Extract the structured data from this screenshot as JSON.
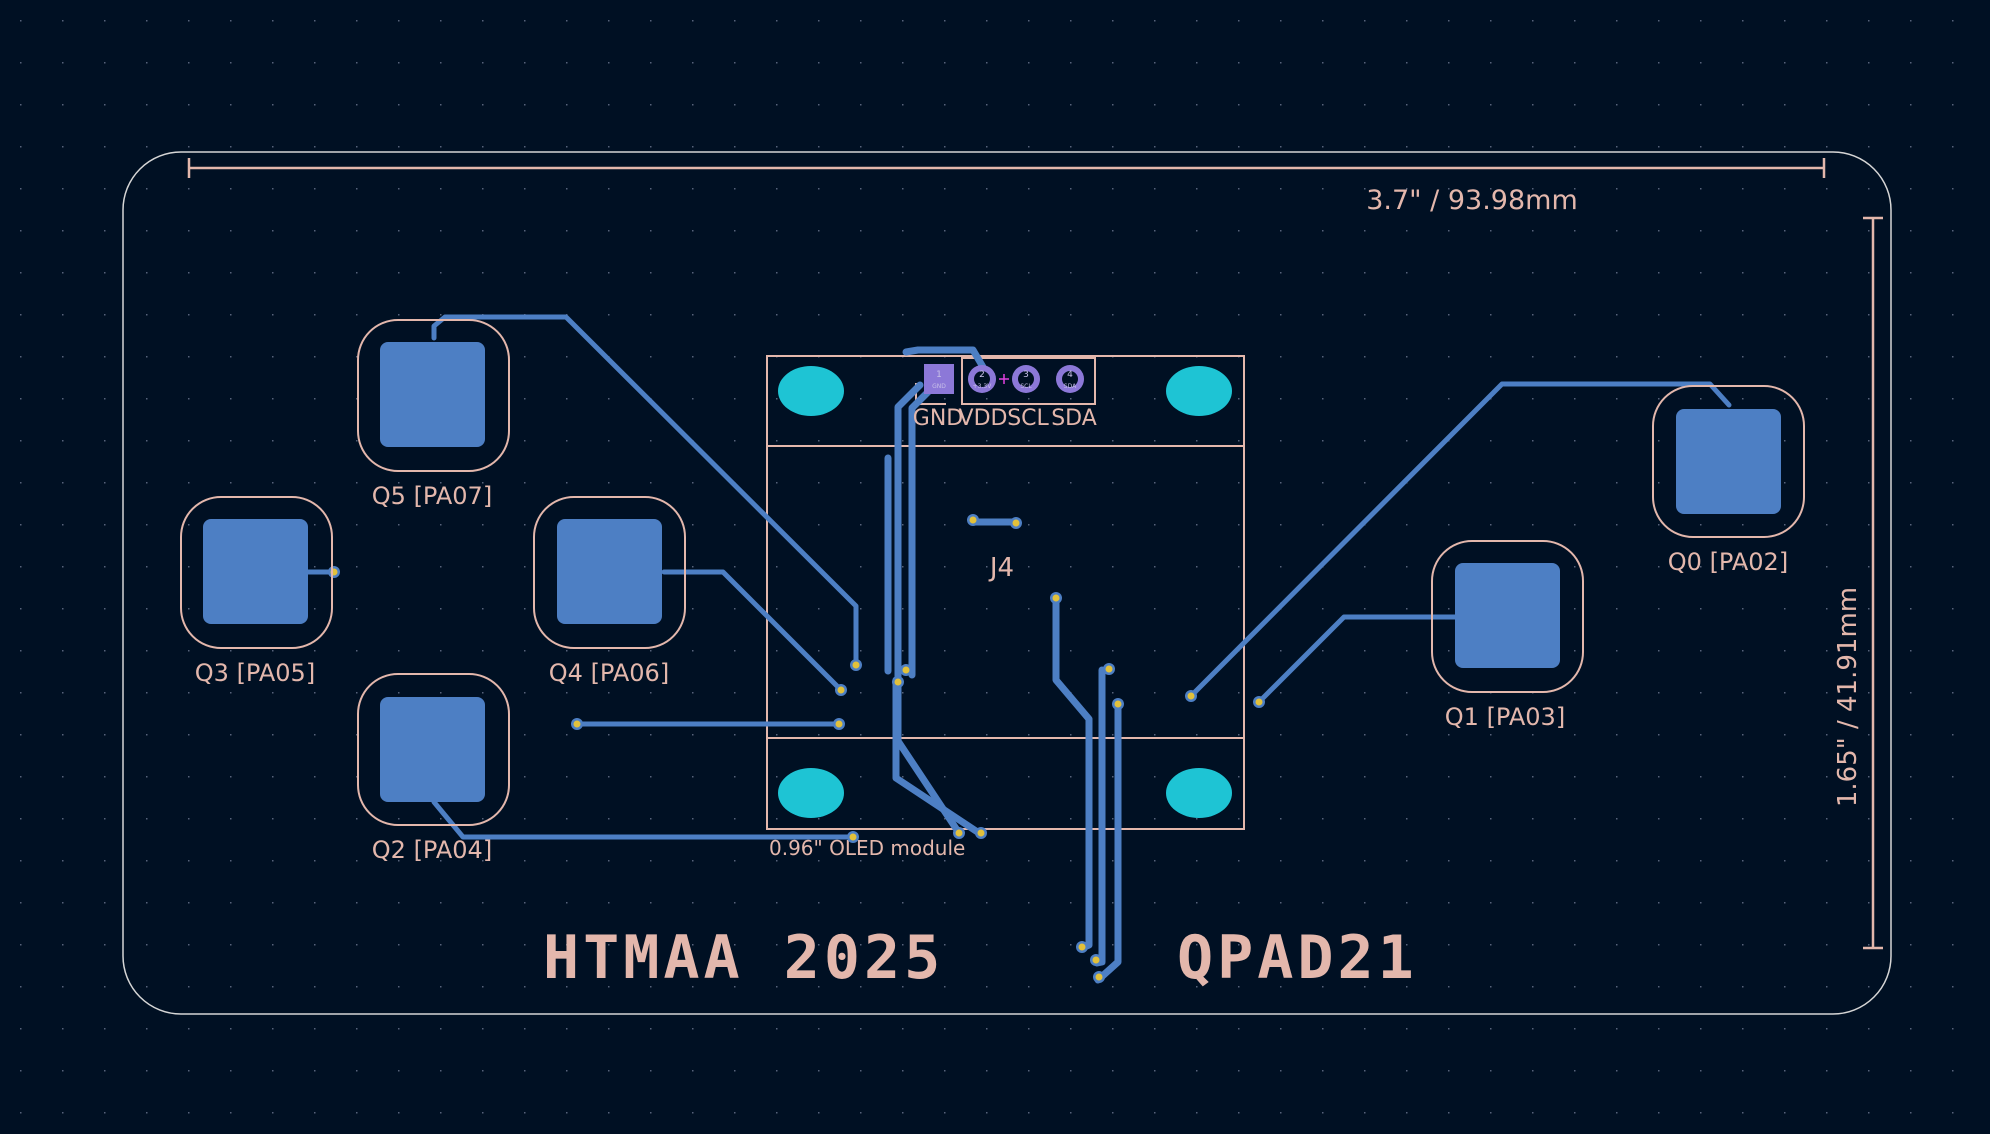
{
  "board": {
    "title": "HTMAA 2025",
    "subtitle": "QPAD21",
    "width_dimension": "3.7\" / 93.98mm",
    "height_dimension": "1.65\" / 41.91mm"
  },
  "module": {
    "reference": "J4",
    "value": "0.96\" OLED module",
    "pins": [
      {
        "number": "1",
        "name": "GND",
        "label": "GND"
      },
      {
        "number": "2",
        "name": "+3.3V",
        "label": "VDD"
      },
      {
        "number": "3",
        "name": "SCL",
        "label": "SCL"
      },
      {
        "number": "4",
        "name": "SDA",
        "label": "SDA"
      }
    ]
  },
  "touch_pads": [
    {
      "label": "Q0 [PA02]"
    },
    {
      "label": "Q1 [PA03]"
    },
    {
      "label": "Q2 [PA04]"
    },
    {
      "label": "Q3 [PA05]"
    },
    {
      "label": "Q4 [PA06]"
    },
    {
      "label": "Q5 [PA07]"
    }
  ],
  "colors": {
    "background": "#001023",
    "copper": "#4d7fc4",
    "silkscreen": "#e3b7ac",
    "edge_cuts": "#d6d6d6",
    "mounting_hole": "#1ec4d4",
    "via_hole": "#e2c13b",
    "header_pad": "#8c78d8"
  }
}
